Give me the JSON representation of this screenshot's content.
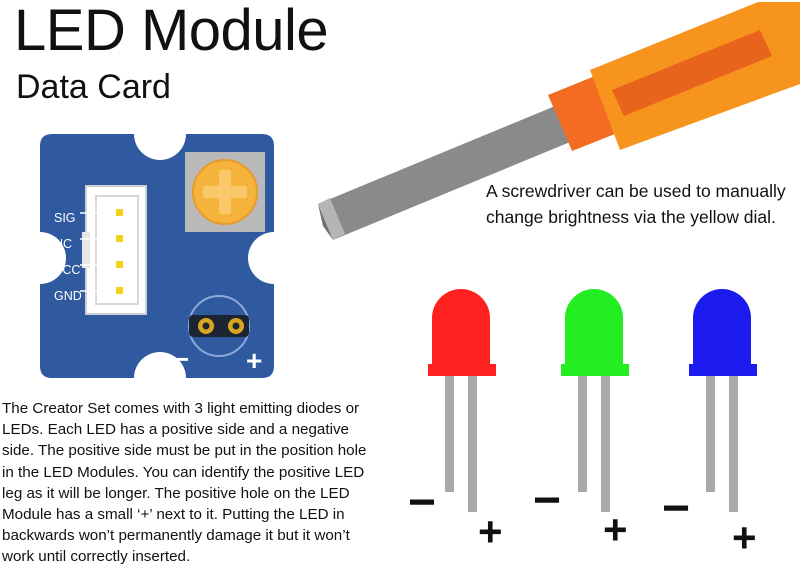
{
  "title": "LED Module",
  "subtitle": "Data Card",
  "screwdriver_caption": "A screwdriver can be used to manually change brightness via the yellow dial.",
  "description": "The Creator Set comes with 3 light emitting diodes or LEDs. Each LED has a positive side and a negative side. The positive side must be put in the position hole in the LED Modules. You can identify the positive LED leg as it will be longer. The positive hole on the LED Module has a small ‘+’ next to it. Putting the LED in backwards won’t permanently damage it but it won’t work until correctly inserted.",
  "module": {
    "pins": [
      "SIG",
      "NC",
      "VCC",
      "GND"
    ],
    "minus": "−",
    "plus": "+",
    "board_color": "#2f5aa0",
    "dial_color": "#f6b33c"
  },
  "leds": [
    {
      "name": "red",
      "color": "#ff2020",
      "minus": "−",
      "plus": "+"
    },
    {
      "name": "green",
      "color": "#22ee22",
      "minus": "−",
      "plus": "+"
    },
    {
      "name": "blue",
      "color": "#1c1cf0",
      "minus": "−",
      "plus": "+"
    }
  ],
  "screwdriver": {
    "handle_color": "#f7941d",
    "shaft_color": "#8a8a8a"
  }
}
